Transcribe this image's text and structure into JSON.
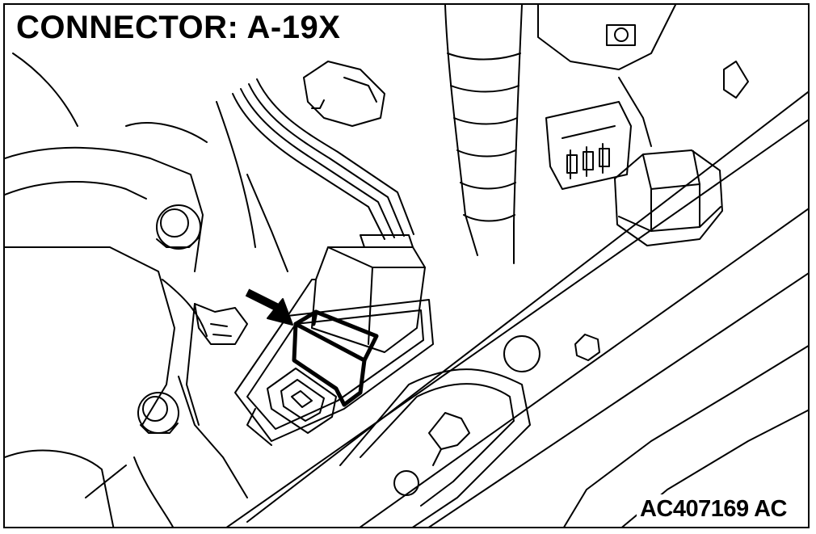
{
  "title": "CONNECTOR: A-19X",
  "figure_id": "AC407169",
  "figure_suffix": "AC",
  "colors": {
    "line": "#000000",
    "background": "#ffffff"
  }
}
